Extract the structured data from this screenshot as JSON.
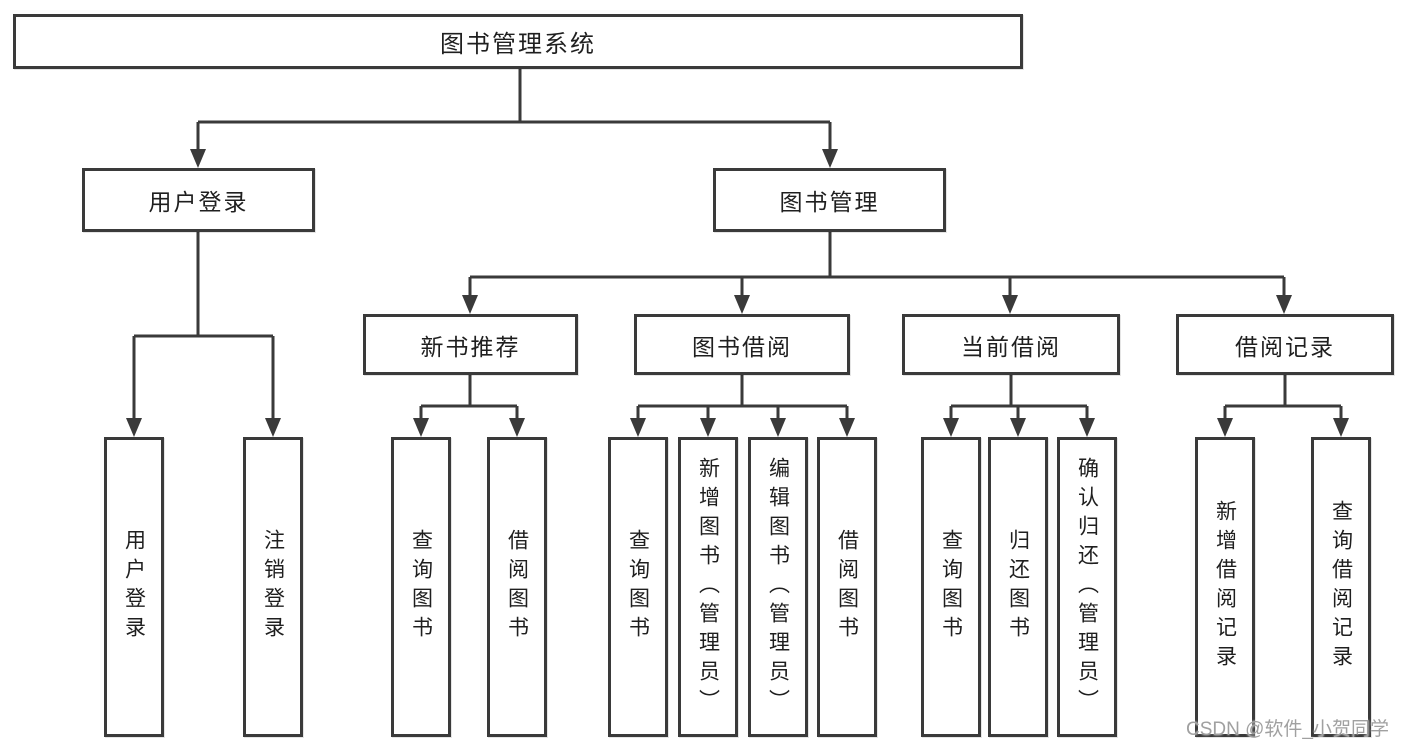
{
  "diagram": {
    "root": {
      "label": "图书管理系统"
    },
    "user_login": {
      "label": "用户登录",
      "children": [
        "用户登录",
        "注销登录"
      ]
    },
    "book_mgmt": {
      "label": "图书管理"
    },
    "new_books": {
      "label": "新书推荐",
      "children": [
        "查询图书",
        "借阅图书"
      ]
    },
    "book_borrow": {
      "label": "图书借阅",
      "children": [
        "查询图书",
        "新增图书（管理员）",
        "编辑图书（管理员）",
        "借阅图书"
      ]
    },
    "current_borrow": {
      "label": "当前借阅",
      "children": [
        "查询图书",
        "归还图书",
        "确认归还（管理员）"
      ]
    },
    "borrow_records": {
      "label": "借阅记录",
      "children": [
        "新增借阅记录",
        "查询借阅记录"
      ]
    }
  },
  "watermark": {
    "text": "CSDN @软件_小贺同学"
  },
  "colors": {
    "line": "#3a3a3a",
    "text": "#1f1f1f",
    "background": "#ffffff",
    "watermark": "#a0a0a0"
  }
}
